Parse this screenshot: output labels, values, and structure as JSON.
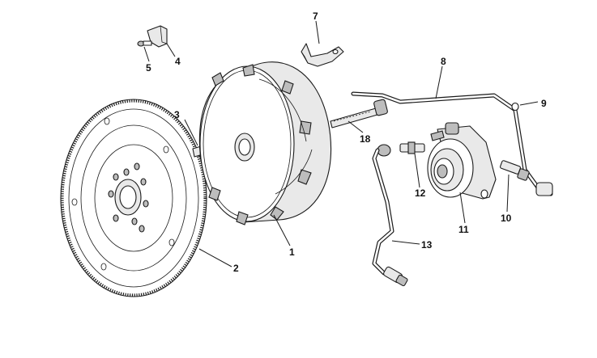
{
  "diagram": {
    "callouts": [
      {
        "id": "1",
        "label": "1"
      },
      {
        "id": "2",
        "label": "2"
      },
      {
        "id": "3",
        "label": "3"
      },
      {
        "id": "4",
        "label": "4"
      },
      {
        "id": "5",
        "label": "5"
      },
      {
        "id": "7",
        "label": "7"
      },
      {
        "id": "8",
        "label": "8"
      },
      {
        "id": "9",
        "label": "9"
      },
      {
        "id": "10",
        "label": "10"
      },
      {
        "id": "11",
        "label": "11"
      },
      {
        "id": "12",
        "label": "12"
      },
      {
        "id": "13",
        "label": "13"
      },
      {
        "id": "18",
        "label": "18"
      }
    ]
  },
  "colors": {
    "line": "#1a1a1a",
    "fill_light": "#e9e9e9",
    "fill_mid": "#bdbdbd",
    "background": "#ffffff"
  }
}
